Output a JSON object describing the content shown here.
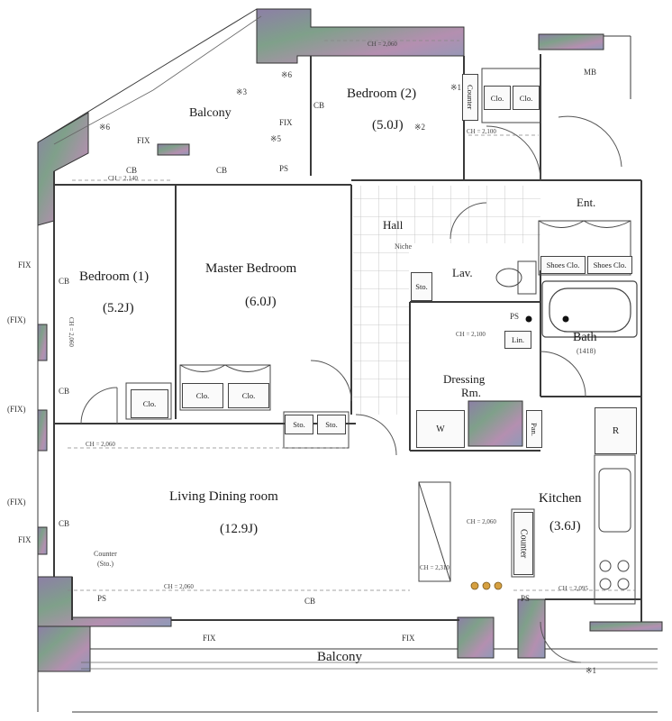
{
  "rooms": {
    "bedroom2": {
      "name": "Bedroom (2)",
      "area": "(5.0J)",
      "note": "※2",
      "ch": "CH = 2,060",
      "ch2": "CH = 2,100"
    },
    "bedroom1": {
      "name": "Bedroom (1)",
      "area": "(5.2J)"
    },
    "master": {
      "name": "Master Bedroom",
      "area": "(6.0J)"
    },
    "living": {
      "name": "Living Dining room",
      "area": "(12.9J)"
    },
    "kitchen": {
      "name": "Kitchen",
      "area": "(3.6J)"
    },
    "bath": {
      "name": "Bath",
      "size": "(1418)"
    },
    "dressing": {
      "name": "Dressing",
      "name2": "Rm."
    },
    "hall": {
      "name": "Hall"
    },
    "entrance": {
      "name": "Ent."
    },
    "lav": {
      "name": "Lav."
    },
    "balcony_top": {
      "name": "Balcony"
    },
    "balcony_bottom": {
      "name": "Balcony"
    }
  },
  "labels": {
    "mb": "MB",
    "niche": "Niche",
    "ps": "PS",
    "cb": "CB",
    "clo": "Clo.",
    "sto": "Sto.",
    "fix": "FIX",
    "fix_paren": "(FIX)",
    "counter": "Counter",
    "counter_sto": "Counter",
    "counter_sto2": "(Sto.)",
    "shoes_clo": "Shoes Clo.",
    "lin": "Lin.",
    "pan": "Pan.",
    "w": "W",
    "r": "R",
    "ch_2060": "CH = 2,060",
    "ch_2100": "CH = 2,100",
    "ch_2310": "CH = 2,310",
    "ch_2095": "CH = 2,095",
    "ch_2140": "CH = 2,140",
    "note1": "※1",
    "note3": "※3",
    "note5": "※5",
    "note6": "※6"
  },
  "colors": {
    "wall": "#9a8fb0",
    "line": "#3a3a3a",
    "tile": "#c9c9c9"
  }
}
